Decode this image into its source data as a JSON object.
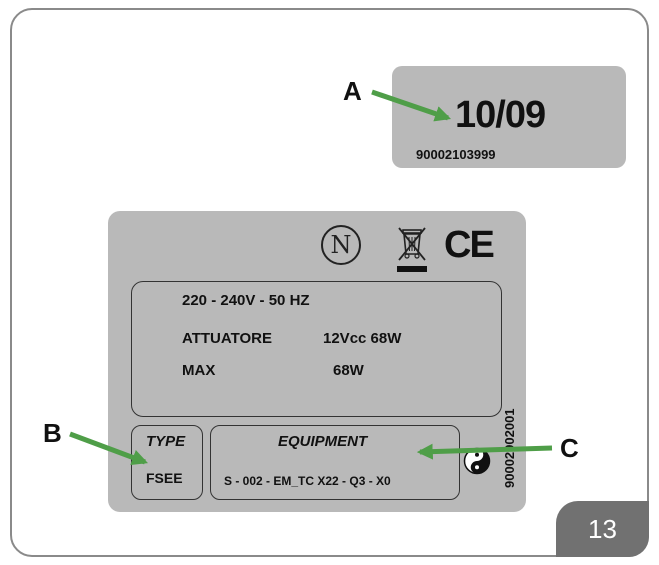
{
  "date_label": {
    "code": "10/09",
    "serial": "90002103999"
  },
  "rating_plate": {
    "n_mark": "N",
    "ce_mark": "CE",
    "specs": {
      "voltage": "220 - 240V - 50 HZ",
      "actuator_label": "ATTUATORE",
      "actuator_value": "12Vcc 68W",
      "max_label": "MAX",
      "max_value": "68W"
    },
    "type": {
      "title": "TYPE",
      "value": "FSEE"
    },
    "equipment": {
      "title": "EQUIPMENT",
      "value": "S - 002 - EM_TC X22 - Q3 - X0"
    },
    "vertical_serial": "90002002001"
  },
  "callouts": {
    "a": "A",
    "b": "B",
    "c": "C"
  },
  "figure_number": "13",
  "colors": {
    "arrow": "#4f9e48",
    "plate": "#b9b9b9",
    "badge": "#717171"
  }
}
